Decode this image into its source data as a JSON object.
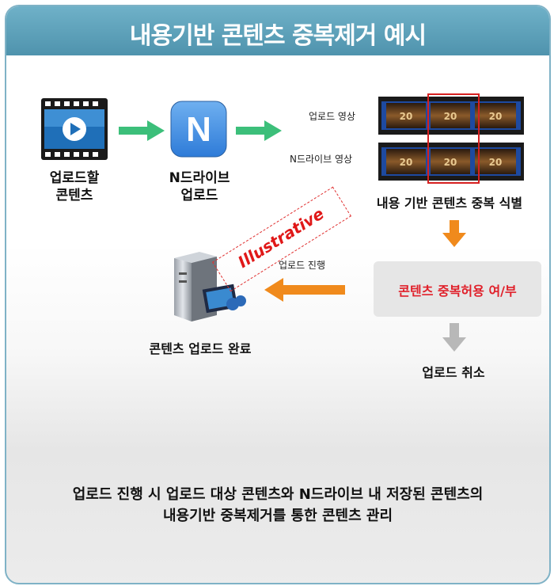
{
  "title": "내용기반 콘텐츠 중복제거 예시",
  "nodes": {
    "upload_content": [
      "업로드할",
      "콘텐츠"
    ],
    "ndrive_upload": [
      "N드라이브",
      "업로드"
    ],
    "identify": "내용 기반 콘텐츠 중복 식별",
    "decision": "콘텐츠 중복허용 여/부",
    "cancel": "업로드 취소",
    "complete": "콘텐츠 업로드 완료"
  },
  "film_labels": {
    "upload": "업로드 영상",
    "ndrive": "N드라이브 영상"
  },
  "edge_labels": {
    "proceed": "업로드 진행"
  },
  "watermark": "Illustrative",
  "caption": [
    "업로드 진행 시 업로드 대상 콘텐츠와 N드라이브 내 저장된 콘텐츠의",
    "내용기반 중복제거를 통한 콘텐츠 관리"
  ],
  "colors": {
    "header": "#5ea3bc",
    "green_arrow": "#3cbf7a",
    "orange_arrow": "#f08a1c",
    "gray_arrow": "#b8b8b8",
    "highlight_box": "#d62020",
    "decision_text": "#e0202a"
  },
  "icons": {
    "video_icon": "play-film-icon",
    "ndrive_icon": "n-app-icon",
    "server_icon": "server-tower-icon"
  }
}
